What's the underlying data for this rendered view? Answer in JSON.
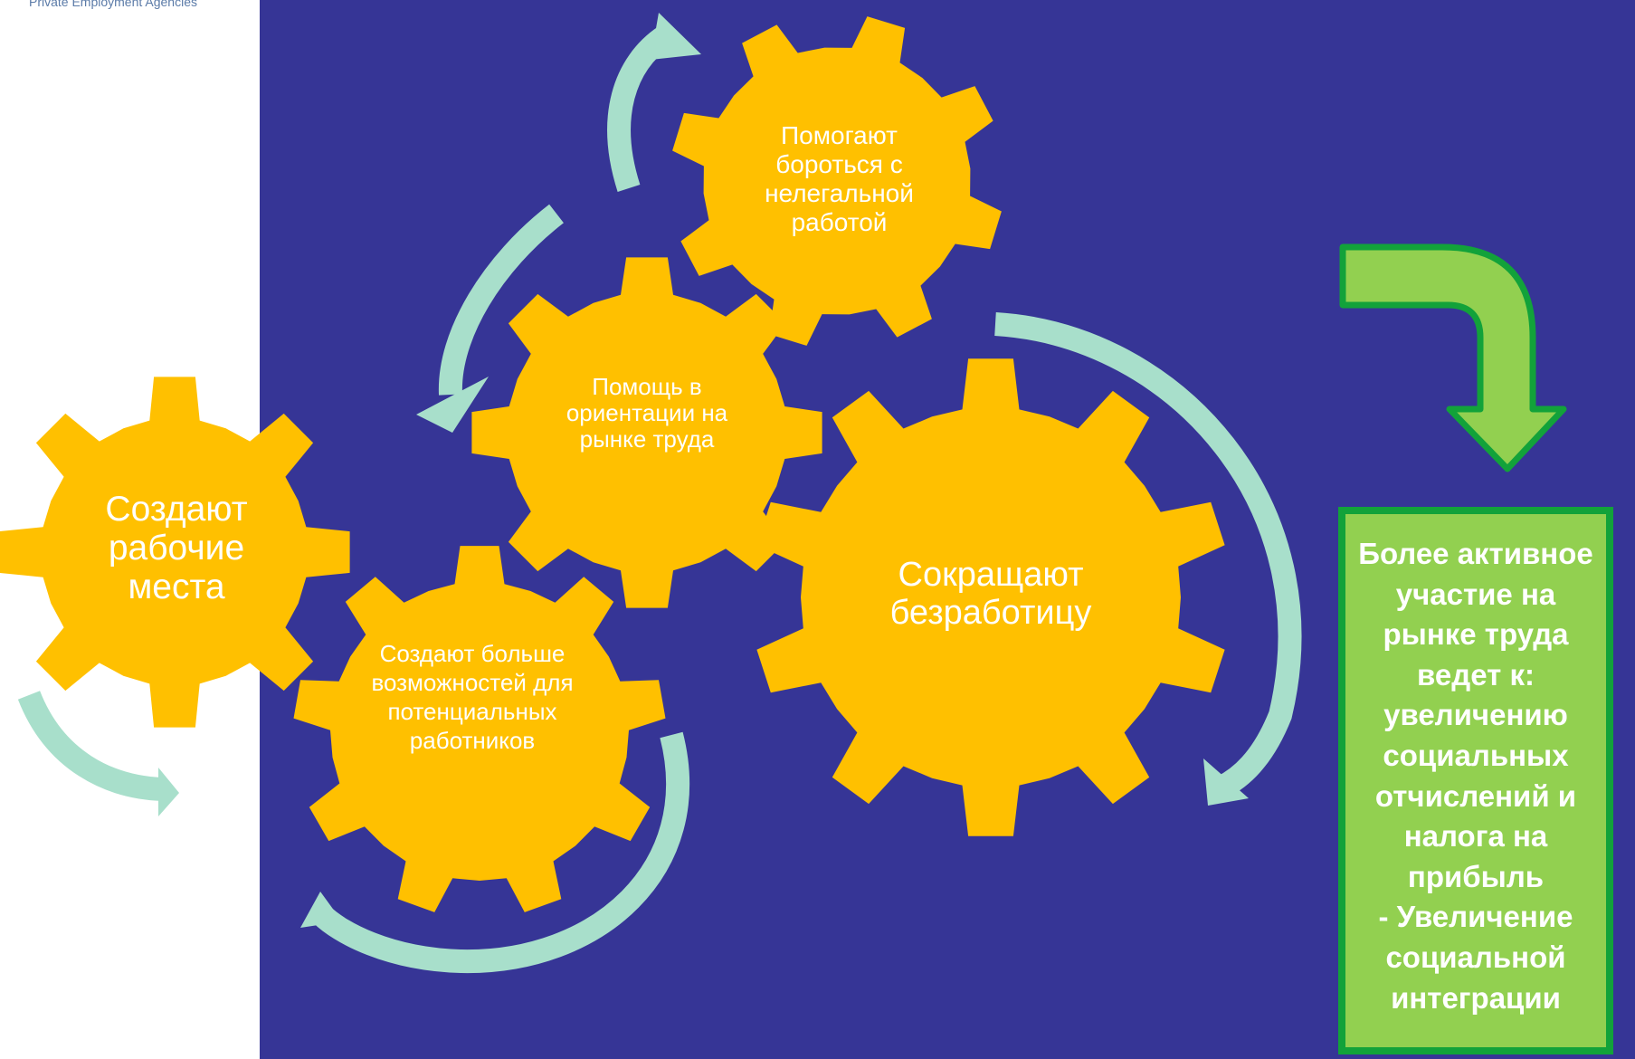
{
  "header": {
    "text": "Private Employment Agencies"
  },
  "gears": {
    "create_jobs": "Создают рабочие места",
    "help_orientation": "Помощь в ориентации на рынке труда",
    "fight_illegal": "Помогают бороться с нелегальной работой",
    "reduce_unemployment": "Сокращают безработицу",
    "more_opportunities": "Создают больше возможностей для потенциальных работников"
  },
  "result": {
    "text": "Более активное участие на рынке труда ведет к: увеличению социальных отчислений и налога на прибыль\n- Увеличение социальной интеграции"
  },
  "colors": {
    "background": "#363596",
    "gear": "#ffc000",
    "cycle_arrow": "#a8dfcb",
    "result_fill": "#92d050",
    "result_border": "#12a23a",
    "header_text": "#5b7ba8"
  }
}
